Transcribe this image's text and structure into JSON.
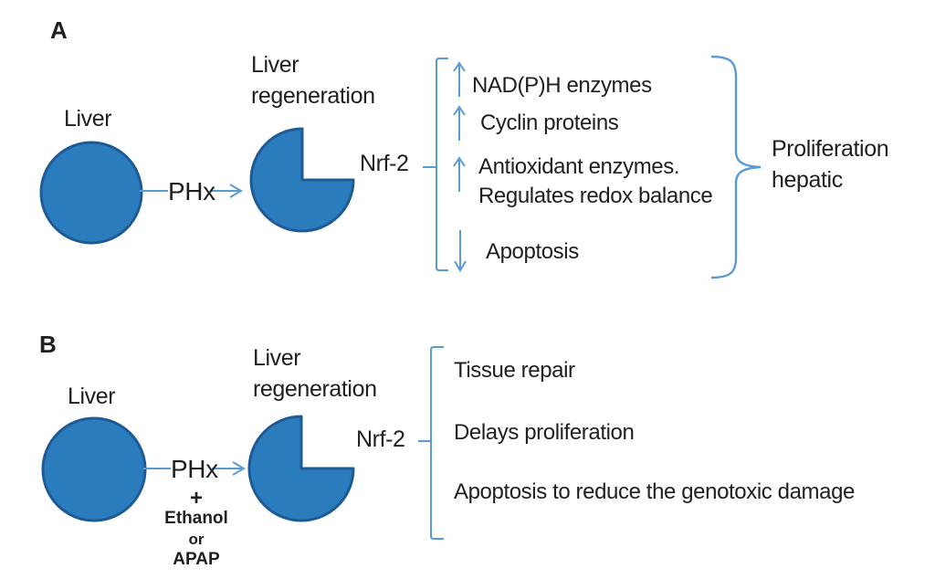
{
  "colors": {
    "shape_fill": "#2b7cbd",
    "shape_stroke": "#1e5a96",
    "connector_blue": "#5b9bd5",
    "text": "#1f1f1f",
    "background": "#ffffff"
  },
  "panel_a": {
    "label": "A",
    "liver": "Liver",
    "phx": "PHx",
    "regeneration_line1": "Liver",
    "regeneration_line2": "regeneration",
    "nrf2": "Nrf-2",
    "effects": [
      {
        "icon": "up-arrow",
        "lines": [
          "NAD(P)H enzymes"
        ]
      },
      {
        "icon": "up-arrow",
        "lines": [
          "Cyclin proteins"
        ]
      },
      {
        "icon": "up-arrow",
        "lines": [
          "Antioxidant enzymes.",
          "Regulates redox balance"
        ]
      },
      {
        "icon": "down-arrow",
        "lines": [
          "Apoptosis"
        ]
      }
    ],
    "outcome_line1": "Proliferation",
    "outcome_line2": "hepatic"
  },
  "panel_b": {
    "label": "B",
    "liver": "Liver",
    "phx": "PHx",
    "plus": "+",
    "ethanol": "Ethanol",
    "or": "or",
    "apap": "APAP",
    "regeneration_line1": "Liver",
    "regeneration_line2": "regeneration",
    "nrf2": "Nrf-2",
    "effects": [
      "Tissue repair",
      "Delays proliferation",
      "Apoptosis to reduce the genotoxic damage"
    ]
  }
}
